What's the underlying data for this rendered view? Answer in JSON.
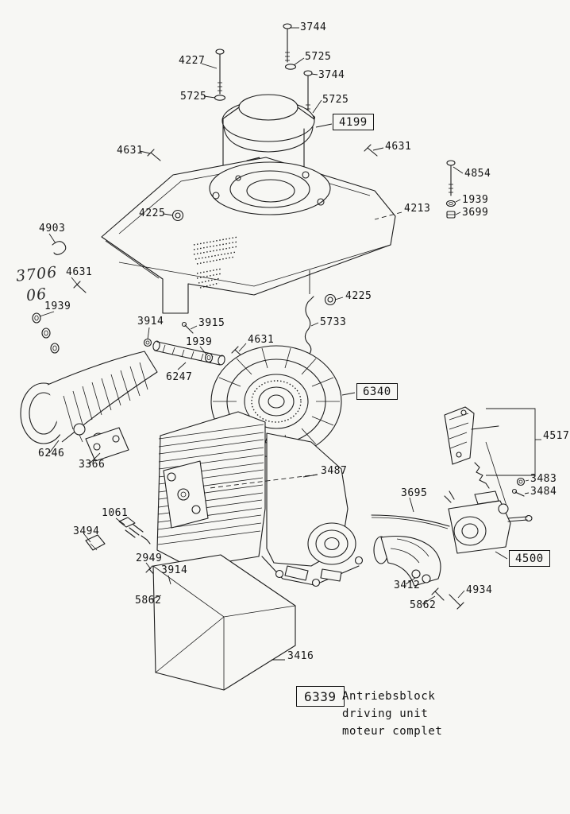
{
  "diagram": {
    "kind": "exploded-parts-diagram",
    "assembly_no": "6339",
    "assembly_name_de": "Antriebsblock",
    "assembly_name_en": "driving unit",
    "assembly_name_fr": "moteur complet"
  },
  "colors": {
    "ink": "#1c1c1c",
    "paper": "#f7f7f4"
  },
  "labels": {
    "t3744_1": "3744",
    "t4227": "4227",
    "t5725_1": "5725",
    "t3744_2": "3744",
    "t5725_2": "5725",
    "t5725_3": "5725",
    "b4199": "4199",
    "t4631_1": "4631",
    "t4631_2": "4631",
    "t4854": "4854",
    "t1939_1": "1939",
    "t3699": "3699",
    "t4213": "4213",
    "t4225_1": "4225",
    "t4903": "4903",
    "t3706": "3706",
    "t06": "06",
    "t4631_3": "4631",
    "t1939_2": "1939",
    "t3914_1": "3914",
    "t3915": "3915",
    "t1939_3": "1939",
    "t4631_4": "4631",
    "t6247": "6247",
    "t5733": "5733",
    "t4225_2": "4225",
    "b6340": "6340",
    "t6246": "6246",
    "t3366": "3366",
    "t3487": "3487",
    "t4517": "4517",
    "t3483": "3483",
    "t3484": "3484",
    "t3695": "3695",
    "t1061": "1061",
    "t3494": "3494",
    "t2949": "2949",
    "t3914_2": "3914",
    "t5862_1": "5862",
    "t3412": "3412",
    "t5862_2": "5862",
    "t4934": "4934",
    "b4500": "4500",
    "t3416": "3416",
    "b6339": "6339"
  },
  "caption": {
    "line1": "Antriebsblock",
    "line2": "driving unit",
    "line3": "moteur complet"
  }
}
